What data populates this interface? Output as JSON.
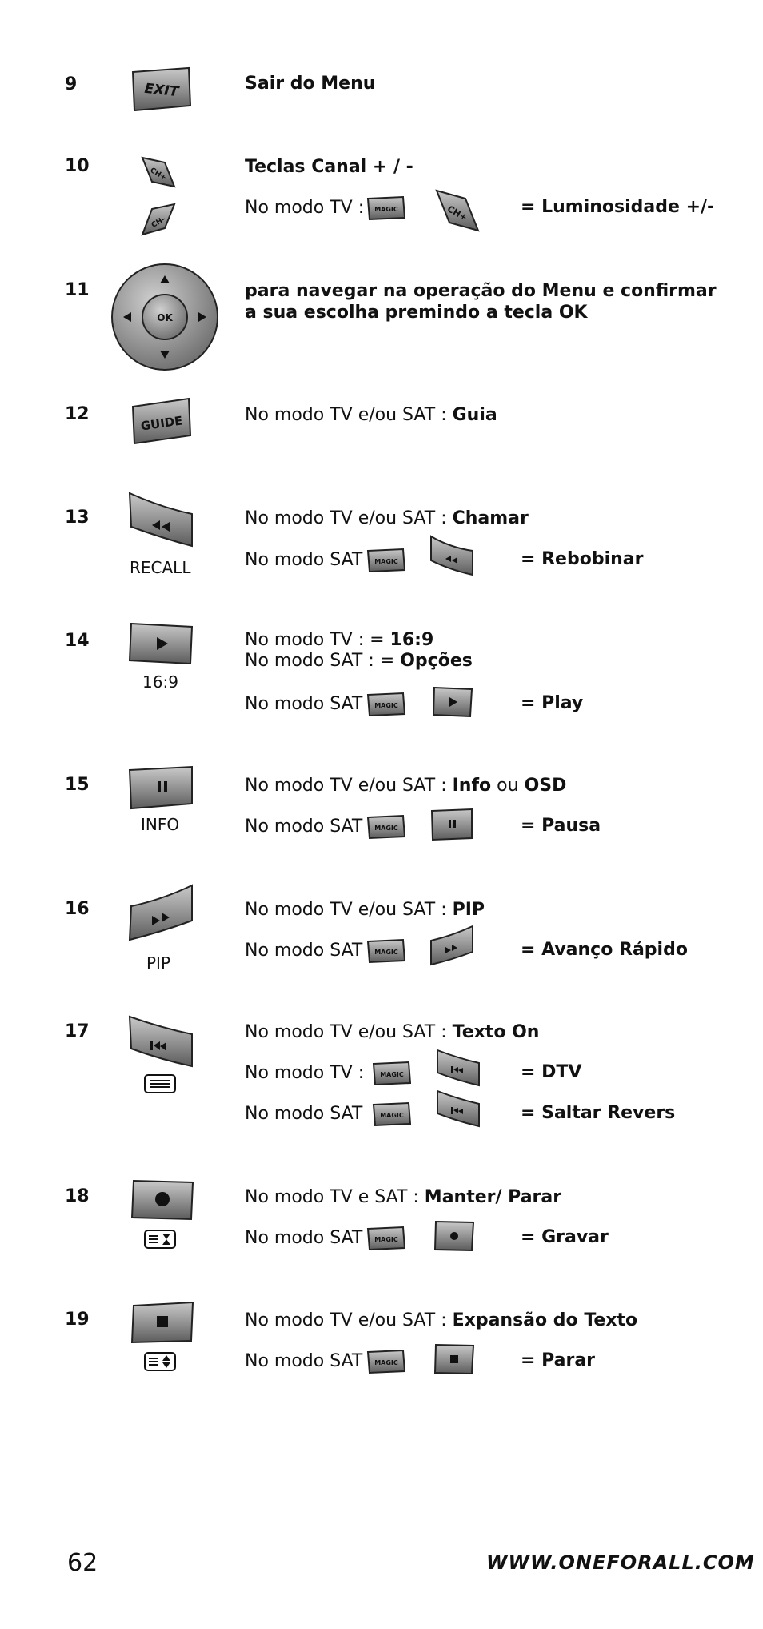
{
  "items": [
    {
      "num": "9",
      "line1": "Sair do Menu",
      "btn": "EXIT"
    },
    {
      "num": "10",
      "line1": "Teclas Canal + / -",
      "line2_pre": "No modo TV :",
      "line2_res": "= Luminosidade +/-",
      "btn_up": "CH+",
      "btn_down": "CH–"
    },
    {
      "num": "11",
      "line1": "para navegar na operação do Menu e confirmar",
      "line2": "a sua escolha premindo a tecla OK",
      "btn": "OK"
    },
    {
      "num": "12",
      "line1_pre": "No modo TV e/ou SAT :",
      "line1_bold": "Guia",
      "btn": "GUIDE"
    },
    {
      "num": "13",
      "line1_pre": "No modo TV e/ou SAT :",
      "line1_bold": "Chamar",
      "line2_pre": "No modo SAT :",
      "line2_res": "= Rebobinar",
      "label": "RECALL"
    },
    {
      "num": "14",
      "line1_pre": "No modo TV : =",
      "line1_bold": "16:9",
      "line1b_pre": "No modo SAT : =",
      "line1b_bold": "Opções",
      "line2_pre": "No modo SAT :",
      "line2_res": "= Play",
      "label": "16:9"
    },
    {
      "num": "15",
      "line1_pre": "No modo TV e/ou SAT :",
      "line1_bold": "Info",
      "line1_mid": "ou",
      "line1_bold2": "OSD",
      "line2_pre": "No modo SAT :",
      "line2_res_pre": "=",
      "line2_res": "Pausa",
      "label": "INFO"
    },
    {
      "num": "16",
      "line1_pre": "No modo TV e/ou SAT :",
      "line1_bold": "PIP",
      "line2_pre": "No modo SAT :",
      "line2_res": "= Avanço Rápido",
      "label": "PIP"
    },
    {
      "num": "17",
      "line1_pre": "No modo TV e/ou SAT :",
      "line1_bold": "Texto On",
      "line2_pre": "No modo TV :",
      "line2_res": "= DTV",
      "line3_pre": "No modo SAT",
      "line3_res": "= Saltar Revers"
    },
    {
      "num": "18",
      "line1_pre": "No modo TV e SAT :",
      "line1_bold": "Manter/ Parar",
      "line2_pre": "No modo SAT :",
      "line2_res": "= Gravar"
    },
    {
      "num": "19",
      "line1_pre": "No modo TV e/ou SAT :",
      "line1_bold": "Expansão do Texto",
      "line2_pre": "No modo SAT :",
      "line2_res": "= Parar"
    }
  ],
  "magic_label": "MAGIC",
  "footer": {
    "page": "62",
    "url": "WWW.ONEFORALL.COM"
  }
}
